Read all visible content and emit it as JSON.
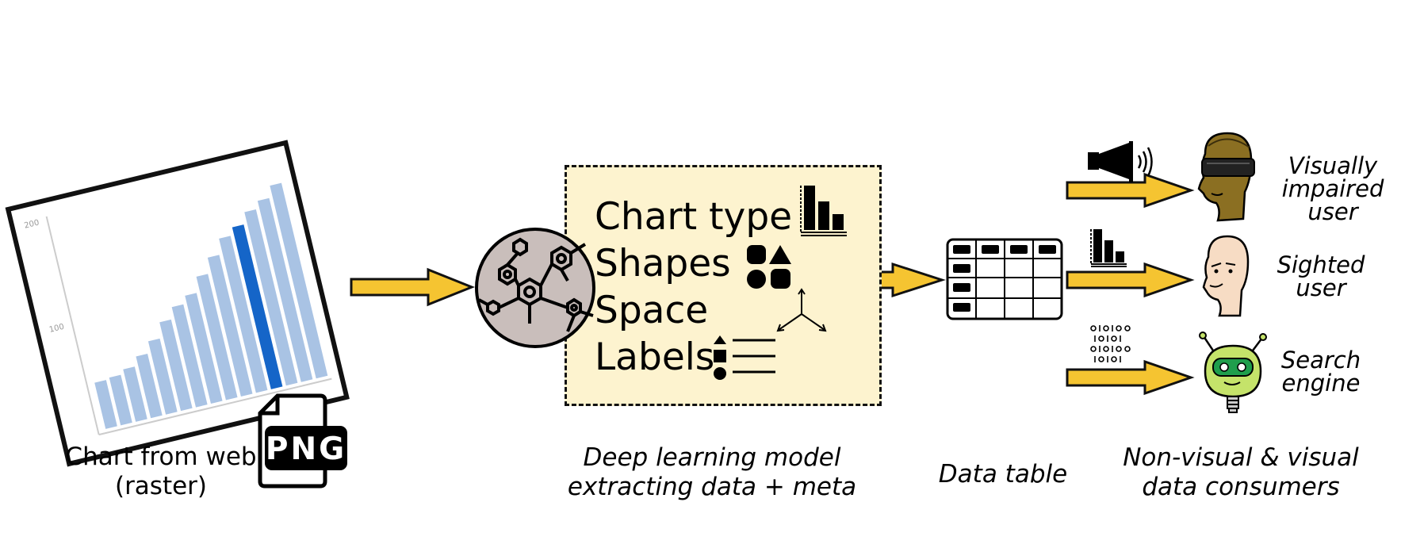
{
  "source": {
    "caption_line1": "Chart from web",
    "caption_line2": "(raster)",
    "png_badge": "PNG",
    "icon": "chart-screenshot-icon"
  },
  "model": {
    "features": [
      "Chart type",
      "Shapes",
      "Space",
      "Labels"
    ],
    "caption_line1": "Deep learning model",
    "caption_line2": "extracting data + meta",
    "icon": "neural-network-icon",
    "box_fill": "#fdf3cf"
  },
  "table": {
    "caption": "Data table",
    "icon": "data-table-icon"
  },
  "consumers": {
    "caption_line1": "Non-visual & visual",
    "caption_line2": "data consumers",
    "items": [
      {
        "label_lines": [
          "Visually",
          "impaired",
          "user"
        ],
        "icon": "visually-impaired-user-icon",
        "channel_icon": "megaphone-icon"
      },
      {
        "label_lines": [
          "Sighted",
          "user"
        ],
        "icon": "sighted-user-icon",
        "channel_icon": "bar-chart-icon"
      },
      {
        "label_lines": [
          "Search",
          "engine"
        ],
        "icon": "robot-icon",
        "channel_icon": "binary-data-icon"
      }
    ]
  },
  "colors": {
    "arrow": "#f5c431",
    "accent_bar": "#1565c8",
    "bar": "#a9c3e4"
  }
}
